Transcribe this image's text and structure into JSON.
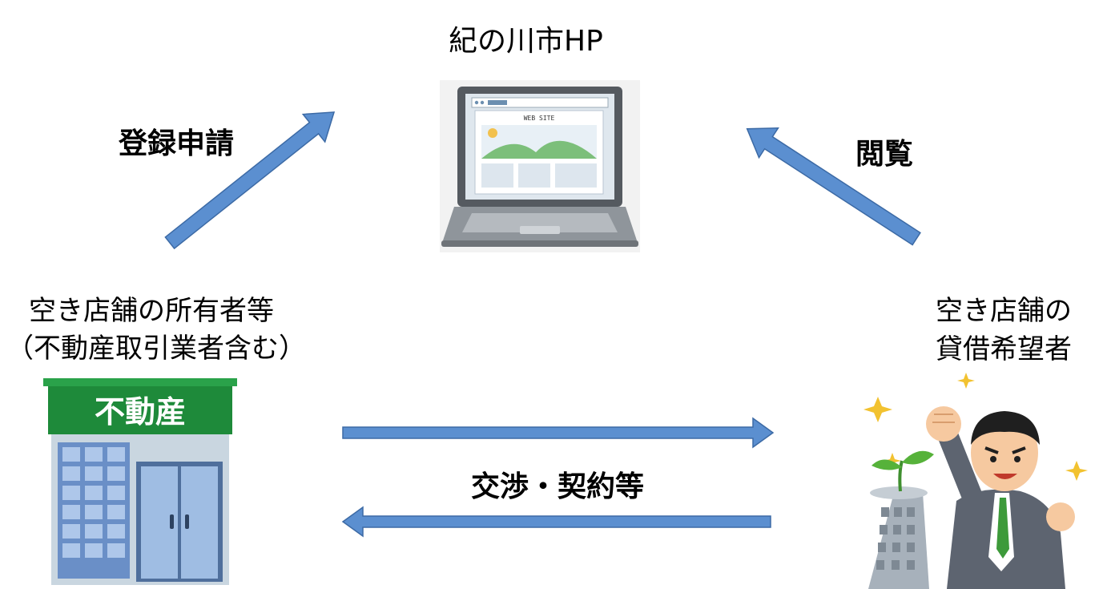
{
  "diagram": {
    "site_title": "紀の川市HP",
    "arrow_register_label": "登録申請",
    "arrow_browse_label": "閲覧",
    "arrow_negotiate_label": "交渉・契約等",
    "owner_label_line1": "空き店舗の所有者等",
    "owner_label_line2": "（不動産取引業者含む）",
    "seeker_label_line1": "空き店舗の",
    "seeker_label_line2": "貸借希望者",
    "laptop_screen_text": "WEB SITE",
    "shop_sign_text": "不動産"
  },
  "colors": {
    "arrow_fill": "#5b8fd0",
    "arrow_stroke": "#3c6aa5",
    "shop_sign_green": "#1e8a3a",
    "suit_gray": "#5d6470"
  }
}
